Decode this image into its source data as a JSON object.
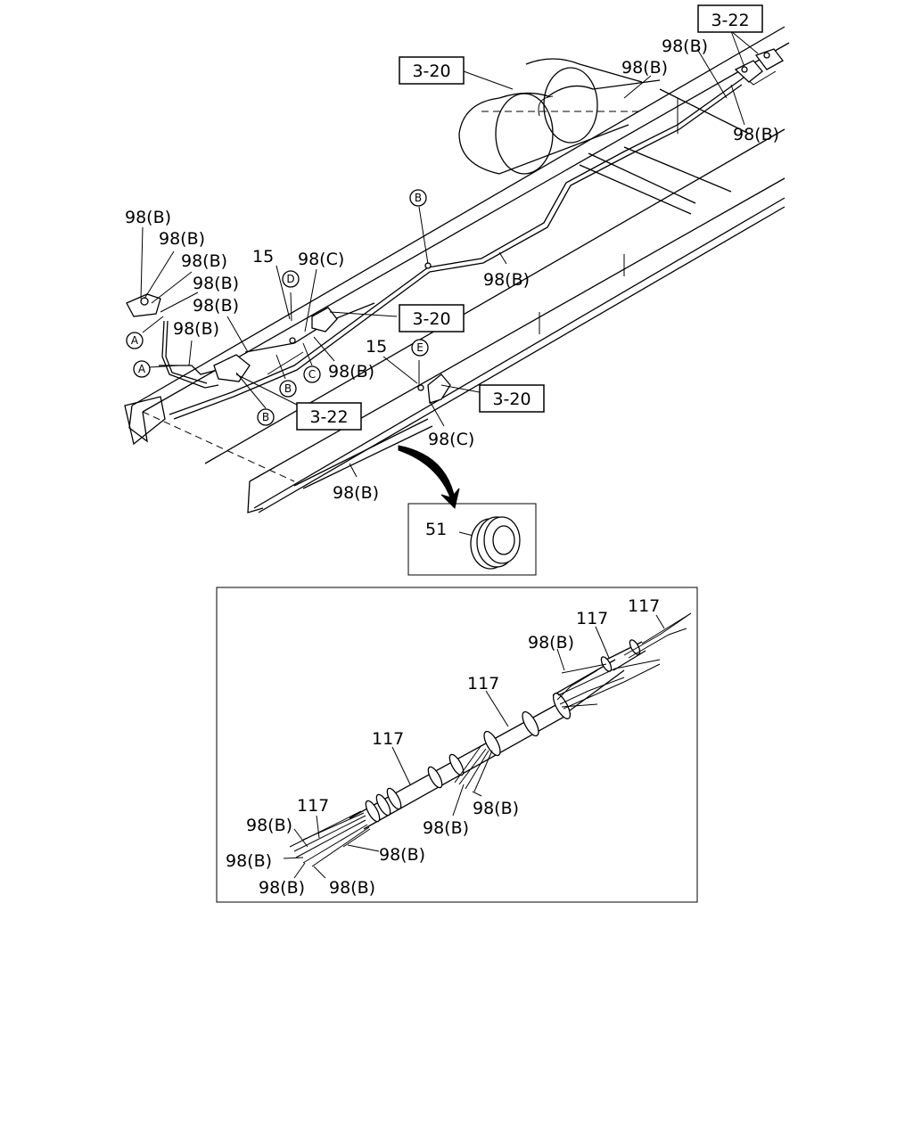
{
  "labels": {
    "ref_3_22": "3-22",
    "ref_3_20": "3-20",
    "p98b": "98(B)",
    "p98c": "98(C)",
    "p15": "15",
    "p51": "51",
    "p117": "117",
    "cA": "A",
    "cB": "B",
    "cC": "C",
    "cD": "D",
    "cE": "E"
  }
}
